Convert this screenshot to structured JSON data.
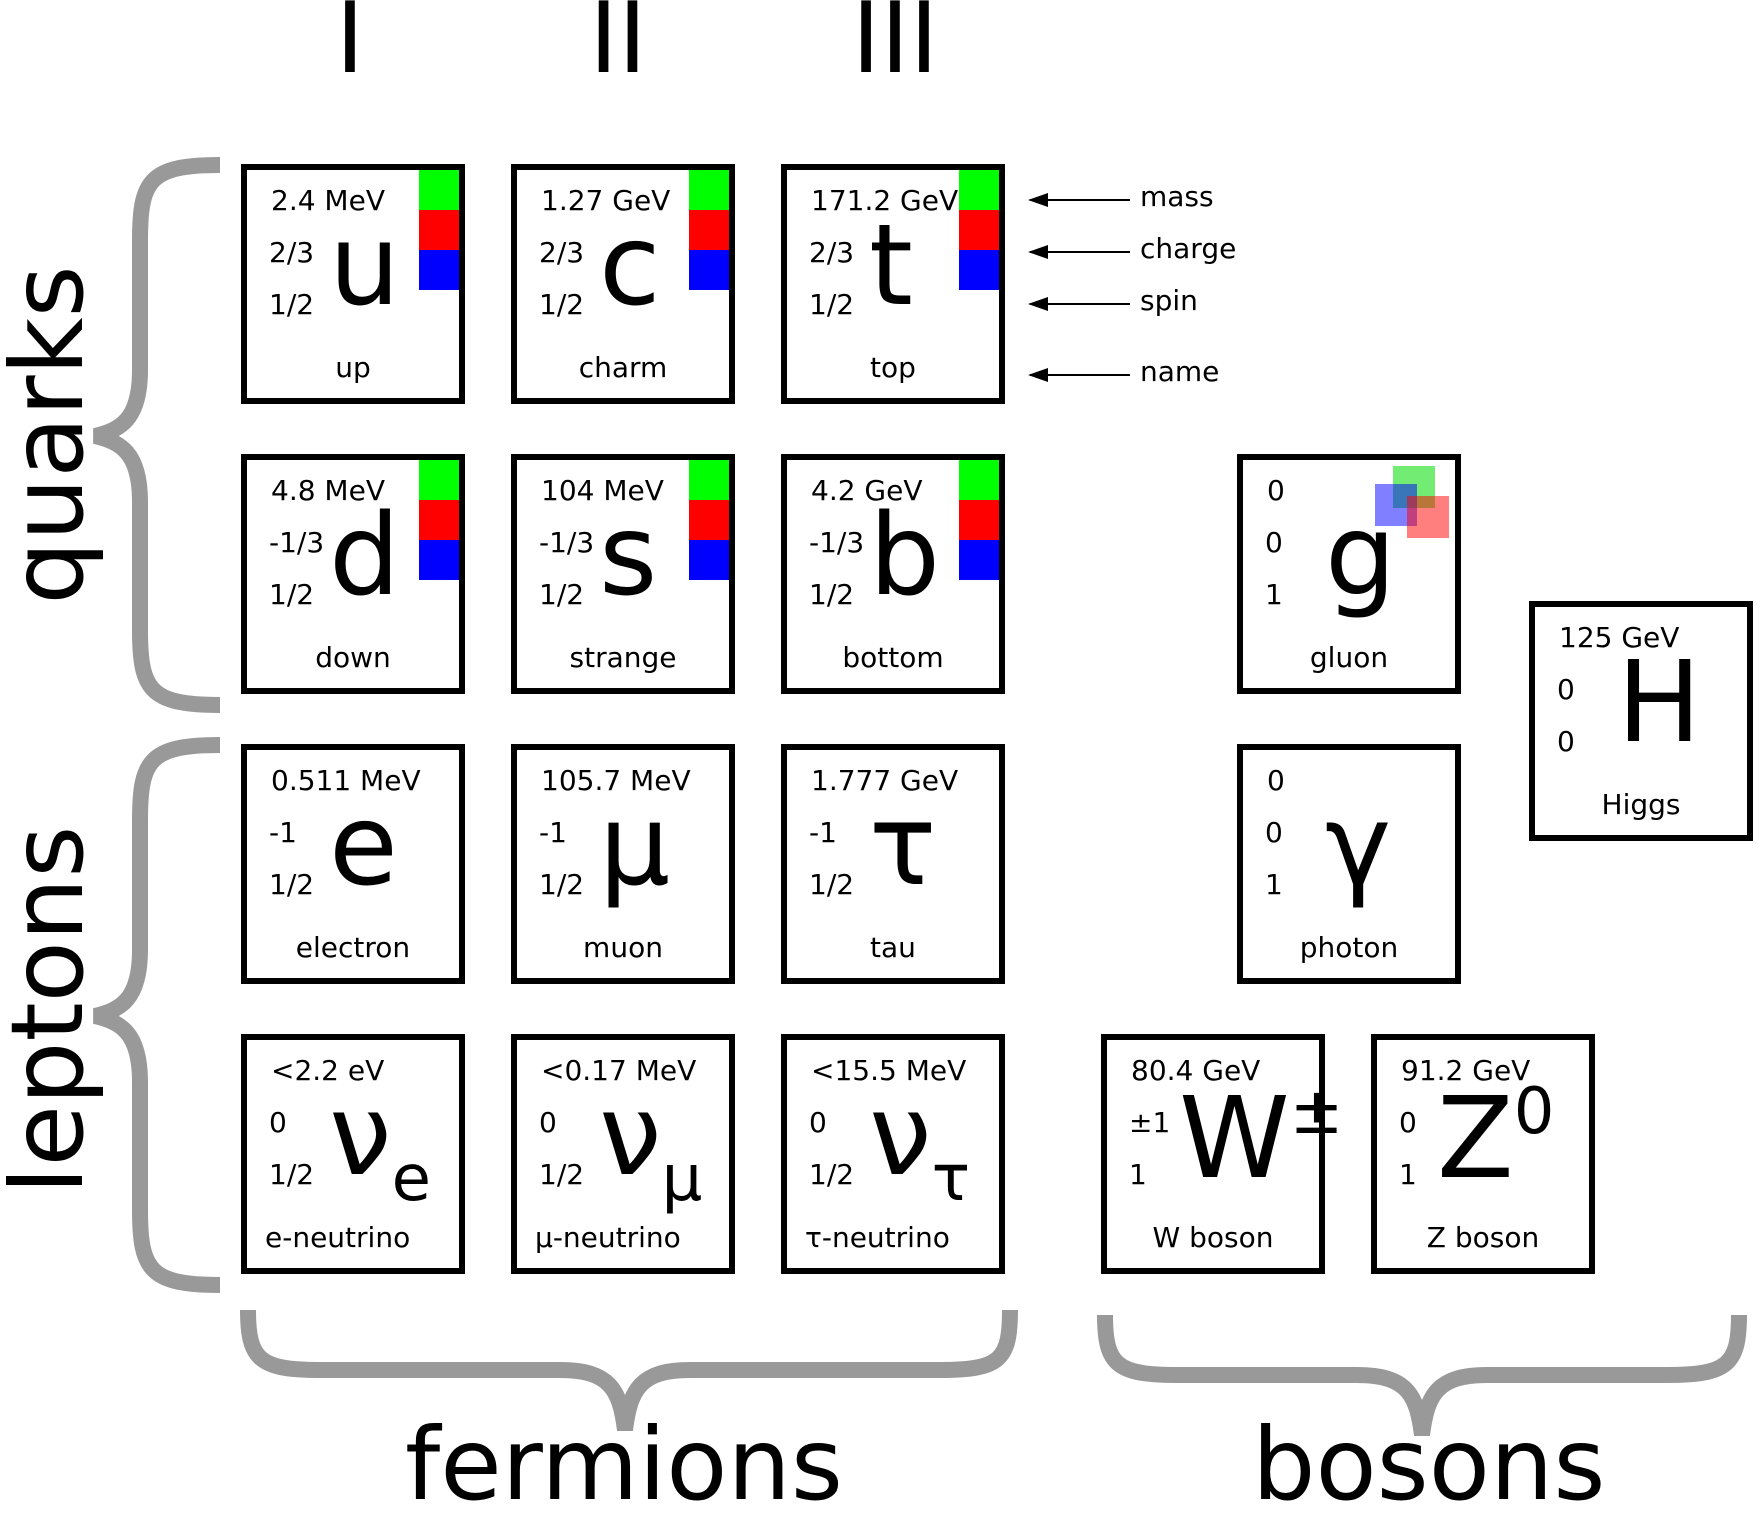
{
  "generations": [
    "I",
    "II",
    "III"
  ],
  "groups": {
    "quarks": "quarks",
    "leptons": "leptons",
    "fermions": "fermions",
    "bosons": "bosons"
  },
  "legend": [
    "mass",
    "charge",
    "spin",
    "name"
  ],
  "colors": {
    "green": "#00ff00",
    "red": "#ff0000",
    "blue": "#0000ff",
    "brace": "#999999"
  },
  "particles": {
    "up": {
      "mass": "2.4 MeV",
      "charge": "2/3",
      "spin": "1/2",
      "symbol": "u",
      "name": "up"
    },
    "charm": {
      "mass": "1.27 GeV",
      "charge": "2/3",
      "spin": "1/2",
      "symbol": "c",
      "name": "charm"
    },
    "top": {
      "mass": "171.2 GeV",
      "charge": "2/3",
      "spin": "1/2",
      "symbol": "t",
      "name": "top"
    },
    "down": {
      "mass": "4.8 MeV",
      "charge": "-1/3",
      "spin": "1/2",
      "symbol": "d",
      "name": "down"
    },
    "strange": {
      "mass": "104 MeV",
      "charge": "-1/3",
      "spin": "1/2",
      "symbol": "s",
      "name": "strange"
    },
    "bottom": {
      "mass": "4.2 GeV",
      "charge": "-1/3",
      "spin": "1/2",
      "symbol": "b",
      "name": "bottom"
    },
    "electron": {
      "mass": "0.511 MeV",
      "charge": "-1",
      "spin": "1/2",
      "symbol": "e",
      "name": "electron"
    },
    "muon": {
      "mass": "105.7 MeV",
      "charge": "-1",
      "spin": "1/2",
      "symbol": "μ",
      "name": "muon"
    },
    "tau": {
      "mass": "1.777 GeV",
      "charge": "-1",
      "spin": "1/2",
      "symbol": "τ",
      "name": "tau"
    },
    "e_neutrino": {
      "mass": "<2.2 eV",
      "charge": "0",
      "spin": "1/2",
      "symbol": "ν",
      "sub": "e",
      "name": "e-neutrino"
    },
    "mu_neutrino": {
      "mass": "<0.17 MeV",
      "charge": "0",
      "spin": "1/2",
      "symbol": "ν",
      "sub": "μ",
      "name": "μ-neutrino"
    },
    "tau_neutrino": {
      "mass": "<15.5 MeV",
      "charge": "0",
      "spin": "1/2",
      "symbol": "ν",
      "sub": "τ",
      "name": "τ-neutrino"
    },
    "gluon": {
      "mass": "0",
      "charge": "0",
      "spin": "1",
      "symbol": "g",
      "name": "gluon"
    },
    "photon": {
      "mass": "0",
      "charge": "0",
      "spin": "1",
      "symbol": "γ",
      "name": "photon"
    },
    "higgs": {
      "mass": "125 GeV",
      "charge": "0",
      "spin": "0",
      "symbol": "H",
      "name": "Higgs"
    },
    "w_boson": {
      "mass": "80.4 GeV",
      "charge": "±1",
      "spin": "1",
      "symbol": "W",
      "sup": "±",
      "name": "W boson"
    },
    "z_boson": {
      "mass": "91.2 GeV",
      "charge": "0",
      "spin": "1",
      "symbol": "Z",
      "sup": "0",
      "name": "Z boson"
    }
  }
}
